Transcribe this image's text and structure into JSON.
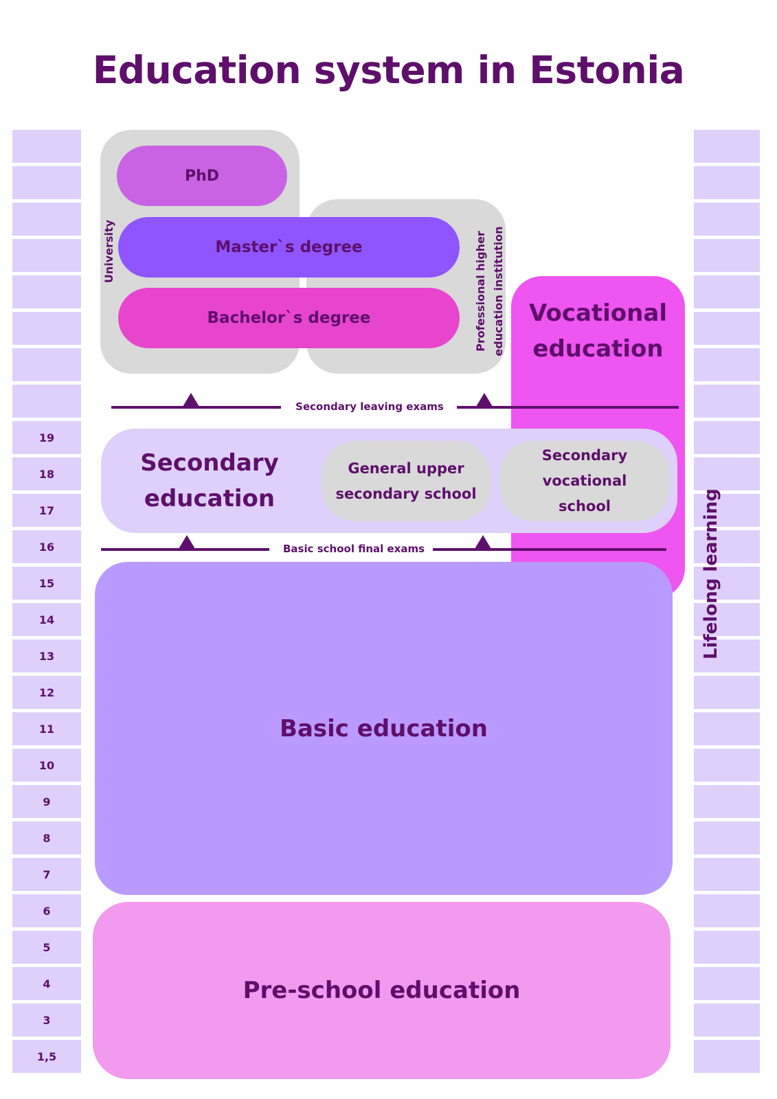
{
  "title": "Education system in Estonia",
  "age_labels": [
    "",
    "",
    "",
    "",
    "",
    "",
    "",
    "",
    "19",
    "18",
    "17",
    "16",
    "15",
    "14",
    "13",
    "12",
    "11",
    "10",
    "9",
    "8",
    "7",
    "6",
    "5",
    "4",
    "3",
    "1,5"
  ],
  "side_label": "Lifelong learning",
  "higher": {
    "university_label": "University",
    "professional_label_line1": "Professional higher",
    "professional_label_line2": "education institution",
    "phd": "PhD",
    "masters": "Master`s degree",
    "bachelors": "Bachelor`s degree"
  },
  "vocational": {
    "line1": "Vocational",
    "line2": "education"
  },
  "exams": {
    "secondary": "Secondary leaving exams",
    "basic": "Basic school final exams"
  },
  "secondary": {
    "title_line1": "Secondary",
    "title_line2": "education",
    "general_line1": "General upper",
    "general_line2": "secondary school",
    "vocational_line1": "Secondary",
    "vocational_line2": "vocational",
    "vocational_line3": "school"
  },
  "basic": "Basic education",
  "preschool": "Pre-school education",
  "colors": {
    "dark_purple": "#5e0f6b",
    "age_cell": "#ded0fb",
    "grey_panel": "#d9d9d9",
    "phd": "#c963e4",
    "masters": "#8f55ff",
    "bachelors": "#e845cf",
    "vocational": "#ef55f0",
    "secondary_panel": "#ded0fb",
    "basic": "#bb9aff",
    "preschool": "#f29aee"
  }
}
